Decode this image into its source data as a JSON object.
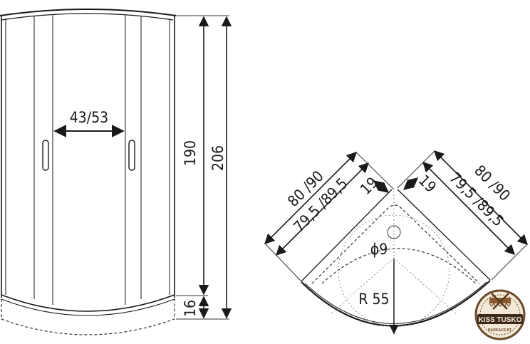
{
  "front_view": {
    "door_gap_label": "43/53",
    "height_label": "190",
    "total_height_label": "206",
    "base_height_label": "16"
  },
  "plan_view": {
    "outer_width_left": "80 /90",
    "inner_width_left": "79,5 /89,5",
    "outer_width_right": "80 /90",
    "inner_width_right": "79,5 /89,5",
    "corner_gap_left": "19",
    "corner_gap_right": "19",
    "drain_label": "ϕ9",
    "radius_label": "R 55"
  },
  "logo": {
    "brand": "KISS TUSKO",
    "tagline": "BARKACS BT.",
    "colors": {
      "ring": "#6b4a2a",
      "banner": "#3d2a1a",
      "accent": "#c9a064"
    }
  }
}
